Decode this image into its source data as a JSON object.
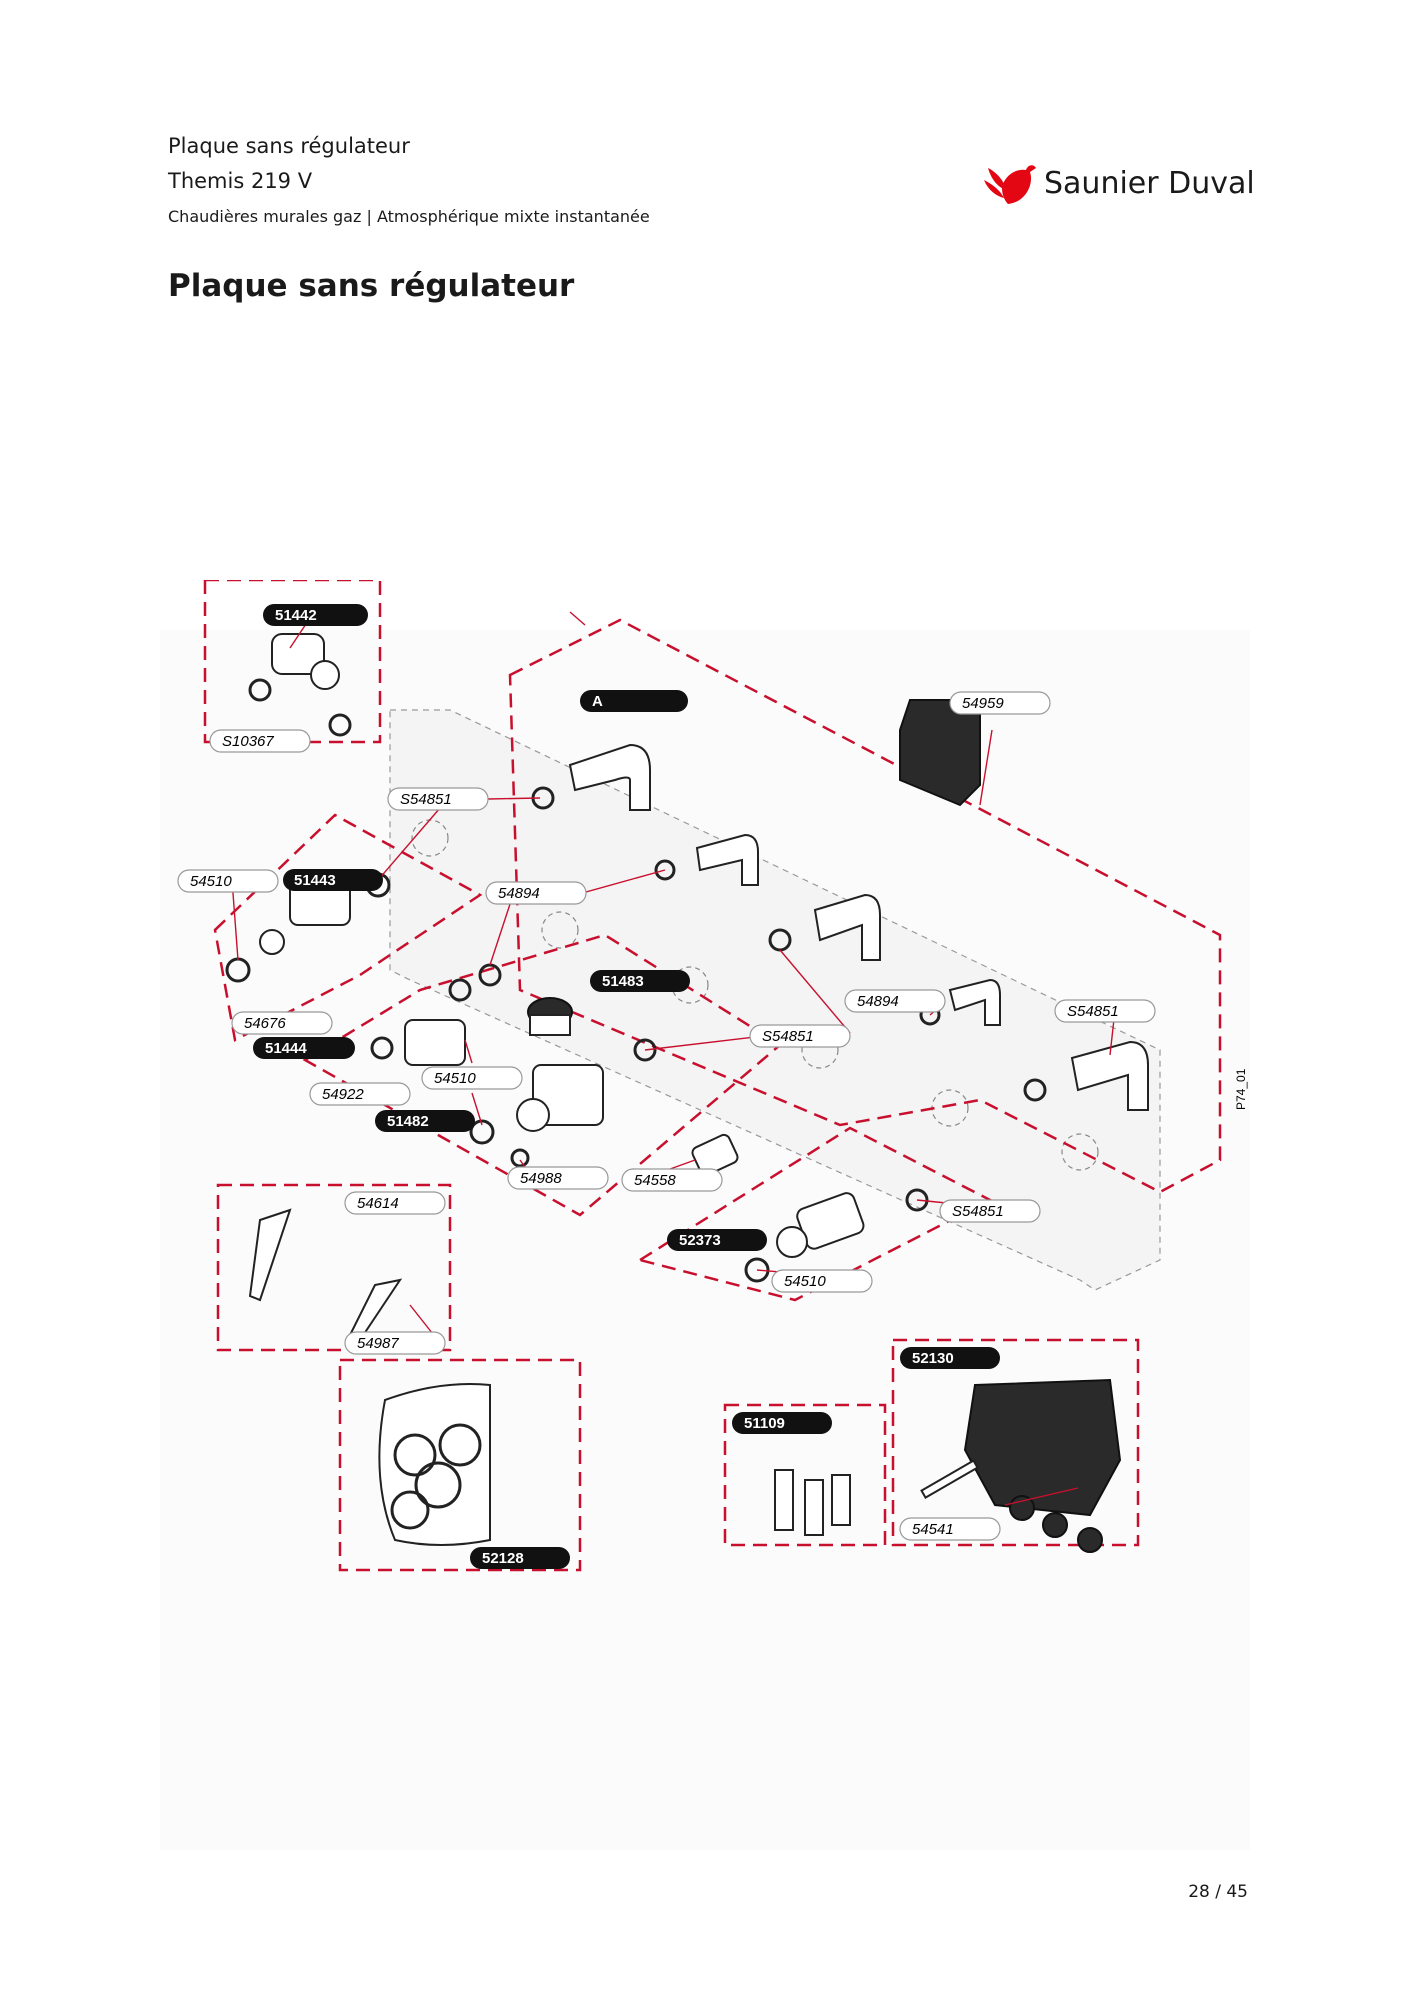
{
  "header": {
    "line1": "Plaque sans régulateur",
    "line2": "Themis 219 V",
    "line3": "Chaudières murales gaz | Atmosphérique mixte instantanée"
  },
  "brand": {
    "name": "Saunier Duval",
    "icon": "bird-logo-icon",
    "color": "#e30613"
  },
  "title": "Plaque sans régulateur",
  "diagram": {
    "frame_color": "#c8102e",
    "group_labels": {
      "g51442": "51442",
      "gA": "A",
      "g51443": "51443",
      "g51483": "51483",
      "g51444": "51444",
      "g51482": "51482",
      "g52373": "52373",
      "g52130": "52130",
      "g51109": "51109",
      "g52128": "52128"
    },
    "part_labels": {
      "p_s10367": "S10367",
      "p_54959": "54959",
      "p_s54851_a": "S54851",
      "p_54510_a": "54510",
      "p_54894_a": "54894",
      "p_54894_b": "54894",
      "p_s54851_b": "S54851",
      "p_s54851_c": "S54851",
      "p_54676": "54676",
      "p_54922": "54922",
      "p_54510_b": "54510",
      "p_54988": "54988",
      "p_54558": "54558",
      "p_s54851_d": "S54851",
      "p_54614": "54614",
      "p_54987": "54987",
      "p_54510_c": "54510",
      "p_54541": "54541"
    },
    "drawing_code": "P74_01"
  },
  "page": {
    "number": "28 / 45"
  }
}
